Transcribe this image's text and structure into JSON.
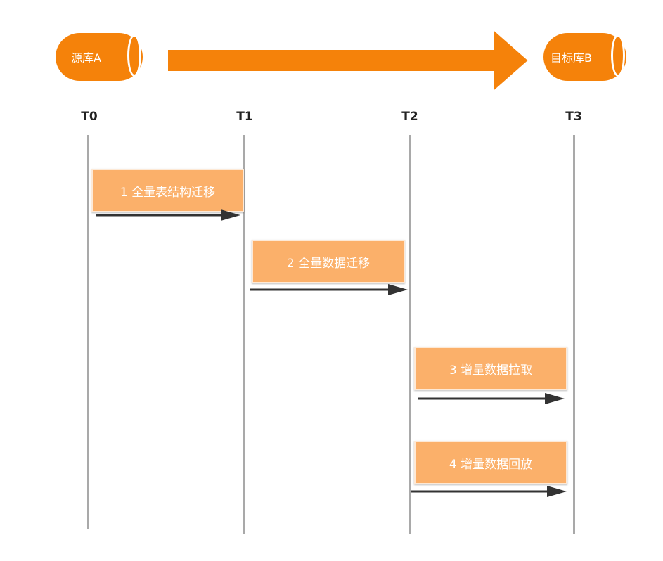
{
  "source_db": {
    "label": "源库A"
  },
  "target_db": {
    "label": "目标库B"
  },
  "timeline": {
    "t0": "T0",
    "t1": "T1",
    "t2": "T2",
    "t3": "T3"
  },
  "steps": [
    {
      "label": "1 全量表结构迁移"
    },
    {
      "label": "2 全量数据迁移"
    },
    {
      "label": "3 增量数据拉取"
    },
    {
      "label": "4 增量数据回放"
    }
  ],
  "colors": {
    "database": "#f5820a",
    "big_arrow": "#f5820a",
    "step_box": "#fbb06a",
    "line": "#a9a9a9",
    "step_arrow": "#333333"
  }
}
